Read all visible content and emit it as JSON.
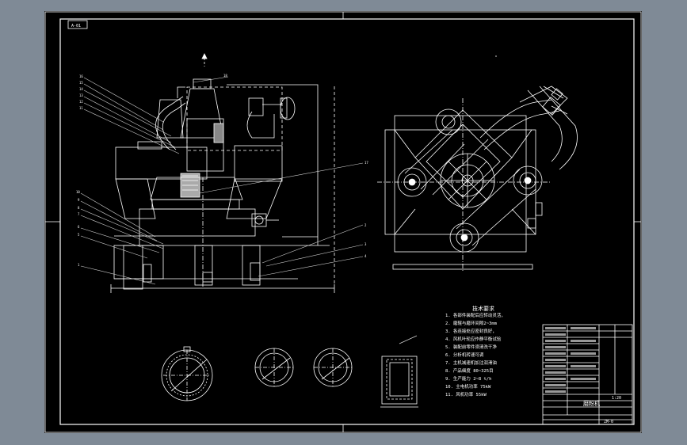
{
  "app": {
    "title": "CAD drawing viewer",
    "background_color": "#7f8a96",
    "sheet_color": "#000000",
    "line_color": "#ffffff",
    "dim_color": "#cfcfcf"
  },
  "drawing": {
    "corner_tag": "A-01",
    "tech_title": "技术要求",
    "tech_notes": [
      "1. 各部件装配后应转动灵活，",
      "2. 磨辊与磨环间隙2~3mm",
      "3. 各连接处应密封良好，",
      "4. 风机叶轮应作静平衡试验",
      "5. 装配前零件须清洗干净",
      "6. 分析机转速可调",
      "7. 主机减速机加注润滑油",
      "8. 产品细度 80~325目",
      "9. 生产能力 2~8 t/h",
      "10. 主电机功率 75kW",
      "11. 风机功率 55kW"
    ],
    "title_block": {
      "name": "磨粉机",
      "drawing_no": "ZM-0",
      "scale": "1:20"
    }
  }
}
